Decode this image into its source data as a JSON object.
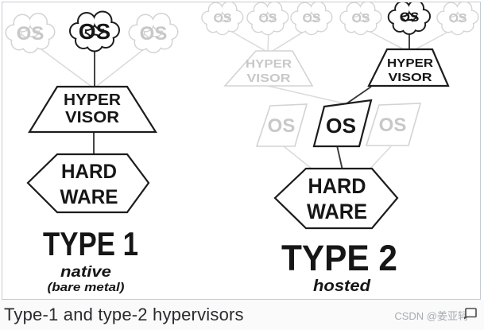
{
  "figure": {
    "os_label": "OS",
    "hypervisor_line1": "HYPER",
    "hypervisor_line2": "VISOR",
    "hardware_line1": "HARD",
    "hardware_line2": "WARE",
    "type1": {
      "title": "TYPE 1",
      "subtitle": "native",
      "note": "(bare metal)"
    },
    "type2": {
      "title": "TYPE 2",
      "subtitle": "hosted"
    }
  },
  "caption": "Type-1 and type-2 hypervisors",
  "watermark": {
    "text": "CSDN @姜亚轲",
    "icon": "window-icon"
  },
  "colors": {
    "active_stroke": "#1c1c1c",
    "inactive_stroke": "#d3d3d3",
    "inactive_text": "#c8c8c8",
    "connector_dark": "#3a3a3a",
    "connector_gray": "#dadada",
    "frame_border": "#c7cbd4",
    "caption_text": "#2b2b2f",
    "watermark_text": "#a7abb3",
    "background": "#ffffff"
  }
}
